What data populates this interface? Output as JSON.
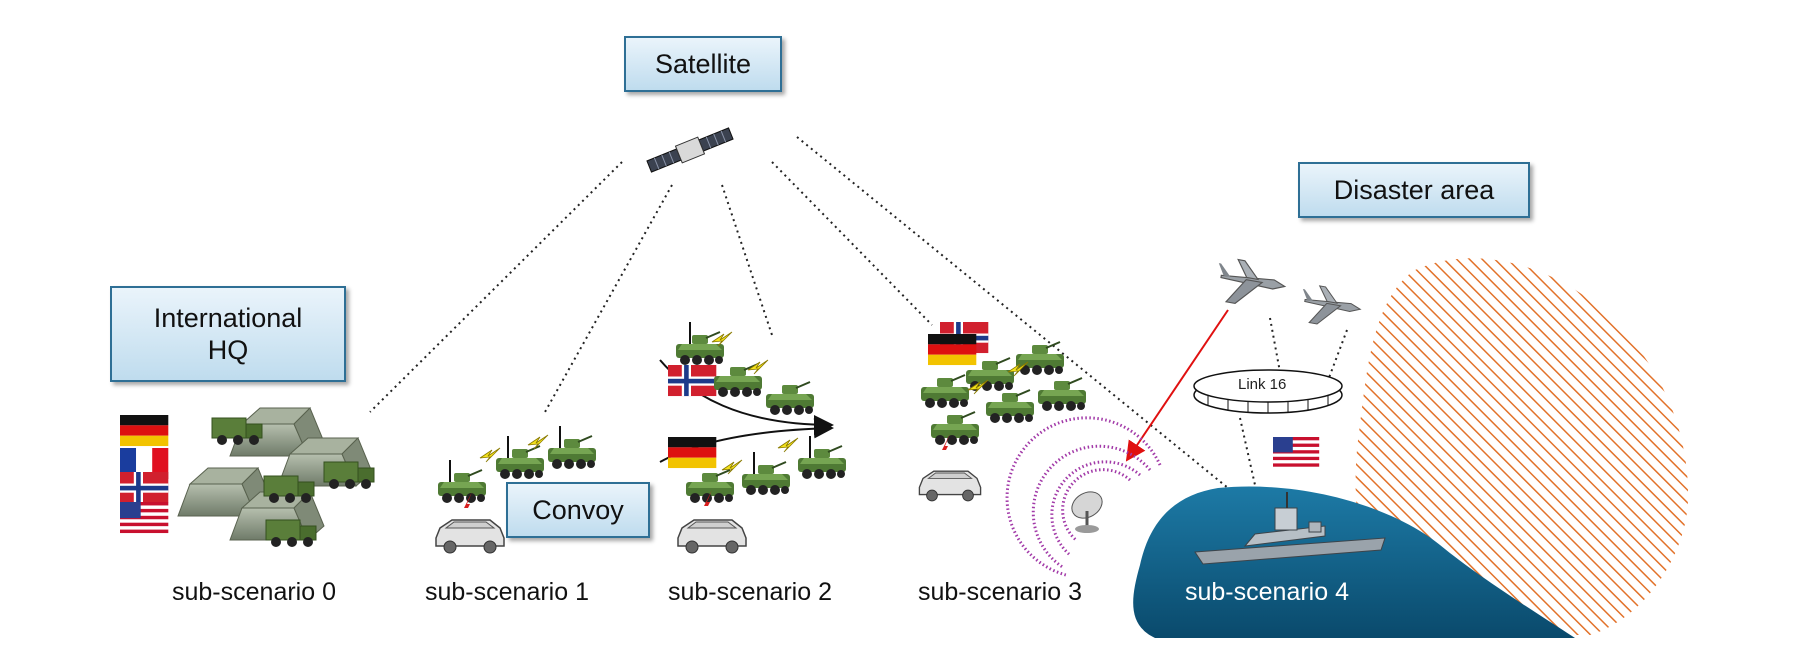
{
  "labels": {
    "satellite": "Satellite",
    "disaster_area": "Disaster area",
    "international_hq": "International\nHQ",
    "convoy": "Convoy",
    "link16": "Link 16"
  },
  "captions": {
    "sub0": "sub-scenario 0",
    "sub1": "sub-scenario 1",
    "sub2": "sub-scenario 2",
    "sub3": "sub-scenario 3",
    "sub4": "sub-scenario 4"
  },
  "icons": [
    "satellite-icon",
    "tent-icon",
    "truck-icon",
    "armored-vehicle-icon",
    "radio-signal-icon",
    "car-icon",
    "radar-dish-icon",
    "fighter-jet-icon",
    "warship-icon",
    "flag-germany-icon",
    "flag-france-icon",
    "flag-norway-icon",
    "flag-usa-icon"
  ],
  "colors": {
    "box_border": "#2e6f95",
    "box_fill": "#cfe5f3",
    "vehicle_green": "#4f7a34",
    "sea": "#0d5a80",
    "hatch": "#e2722a",
    "radar_rings": "#a23aa8",
    "attack_arrow": "#e01010"
  }
}
